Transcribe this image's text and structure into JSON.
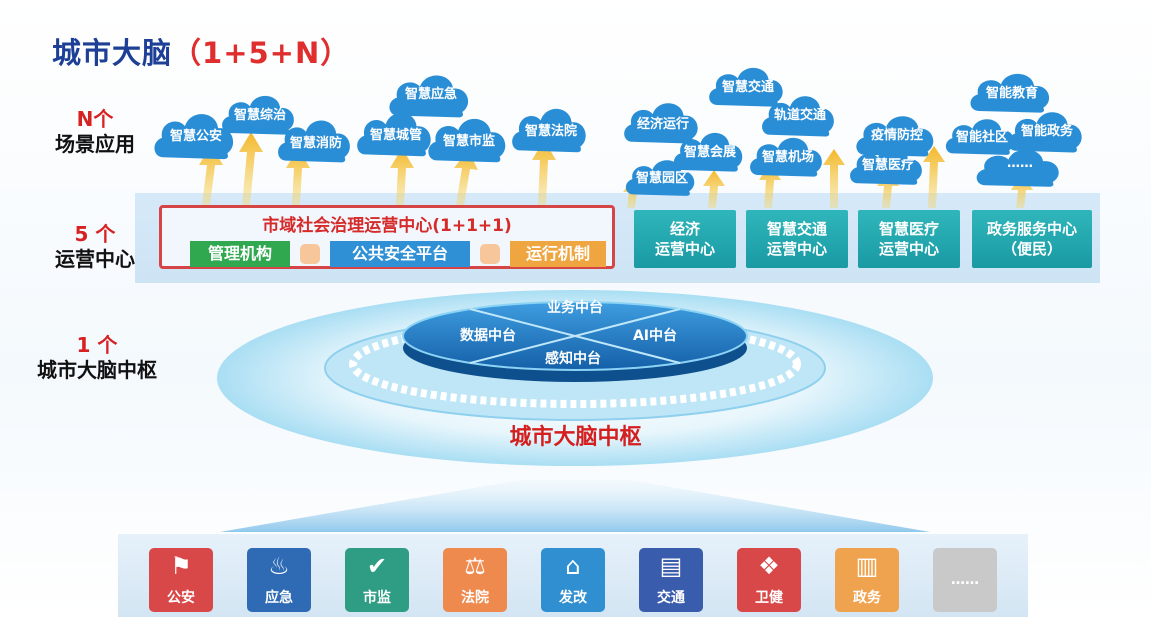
{
  "title": {
    "main": "城市大脑",
    "sub": "（1+5+N）"
  },
  "side_labels": [
    {
      "n": "N个",
      "text": "场景应用"
    },
    {
      "n": "5 个",
      "text": "运营中心"
    },
    {
      "n": "1 个",
      "text": "城市大脑中枢"
    }
  ],
  "scenes": [
    "智慧公安",
    "智慧综治",
    "智慧消防",
    "智慧城管",
    "智慧应急",
    "智慧市监",
    "智慧法院",
    "经济运行",
    "智慧会展",
    "智慧园区",
    "智慧交通",
    "轨道交通",
    "智慧机场",
    "疫情防控",
    "智慧医疗",
    "智能教育",
    "智能社区",
    "智能政务",
    "……"
  ],
  "social_center": {
    "title": "市域社会治理运营中心(1+1+1)",
    "parts": [
      "管理机构",
      "公共安全平台",
      "运行机制"
    ]
  },
  "ops_centers": [
    {
      "line1": "经济",
      "line2": "运营中心"
    },
    {
      "line1": "智慧交通",
      "line2": "运营中心"
    },
    {
      "line1": "智慧医疗",
      "line2": "运营中心"
    },
    {
      "line1": "政务服务中心",
      "line2": "（便民）"
    }
  ],
  "hub": {
    "quadrants": [
      "业务中台",
      "数据中台",
      "AI中台",
      "感知中台"
    ],
    "title": "城市大脑中枢"
  },
  "departments": [
    {
      "name": "公安",
      "icon": "police-icon",
      "color": "#d94848"
    },
    {
      "name": "应急",
      "icon": "siren-icon",
      "color": "#2f6bb5"
    },
    {
      "name": "市监",
      "icon": "shield-check-icon",
      "color": "#2f9d84"
    },
    {
      "name": "法院",
      "icon": "scales-icon",
      "color": "#ee8a4e"
    },
    {
      "name": "发改",
      "icon": "building-icon",
      "color": "#2f8fd1"
    },
    {
      "name": "交通",
      "icon": "bus-icon",
      "color": "#3a5cac"
    },
    {
      "name": "卫健",
      "icon": "health-icon",
      "color": "#d94848"
    },
    {
      "name": "政务",
      "icon": "office-icon",
      "color": "#f0a34f"
    },
    {
      "name": "……",
      "icon": "more-icon",
      "color": "#c9c9c9"
    }
  ]
}
